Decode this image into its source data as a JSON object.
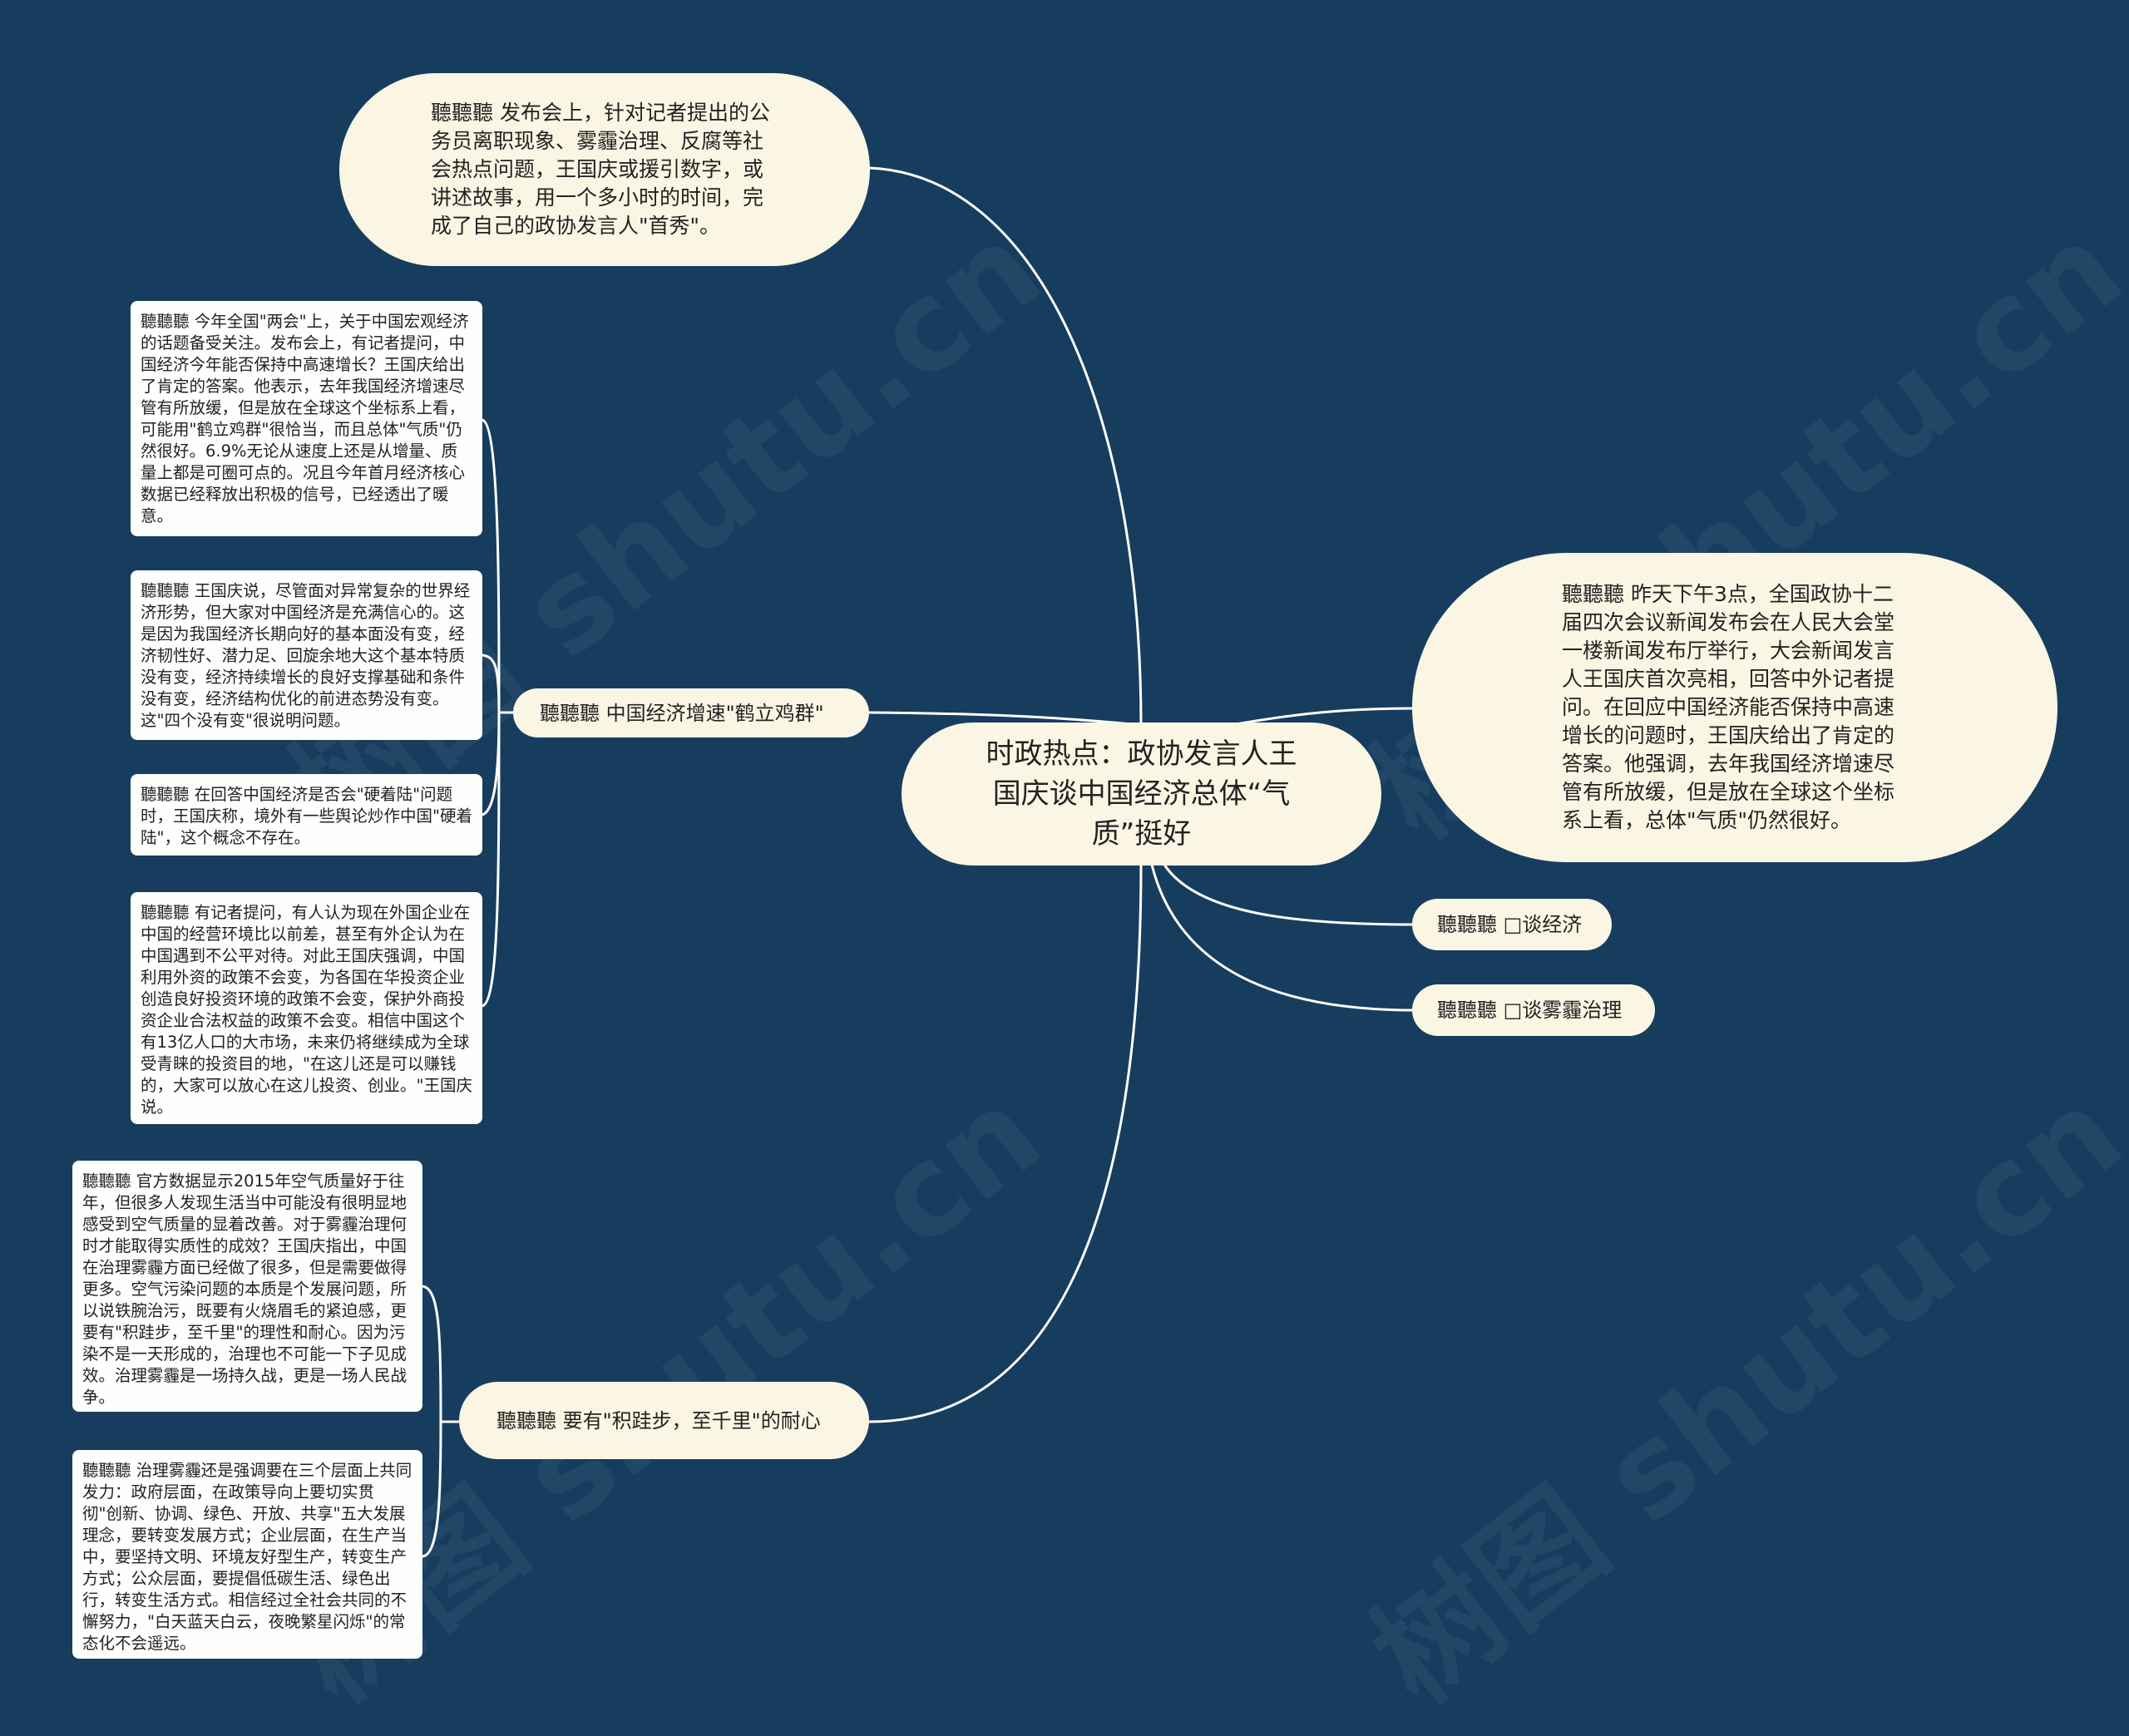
{
  "watermark": "树图 shutu.cn",
  "colors": {
    "background": "#173d5e",
    "node_fill": "#fbf6e4",
    "card_fill": "#fefefc",
    "connector": "#ffffff"
  },
  "center": {
    "text": "时政热点：政协发言人王国庆谈中国经济总体“气质”挺好"
  },
  "top_node": {
    "text": "聽聽聽 发布会上，针对记者提出的公务员离职现象、雾霾治理、反腐等社会热点问题，王国庆或援引数字，或讲述故事，用一个多小时的时间，完成了自己的政协发言人\"首秀\"。"
  },
  "right_node": {
    "text": "聽聽聽 昨天下午3点，全国政协十二届四次会议新闻发布会在人民大会堂一楼新闻发布厅举行，大会新闻发言人王国庆首次亮相，回答中外记者提问。在回应中国经济能否保持中高速增长的问题时，王国庆给出了肯定的答案。他强调，去年我国经济增速尽管有所放缓，但是放在全球这个坐标系上看，总体\"气质\"仍然很好。"
  },
  "right_pills": [
    {
      "text": "聽聽聽 □谈经济"
    },
    {
      "text": "聽聽聽 □谈雾霾治理"
    }
  ],
  "branch_economy": {
    "label": "聽聽聽 中国经济增速\"鹤立鸡群\"",
    "cards": [
      {
        "text": "聽聽聽 今年全国\"两会\"上，关于中国宏观经济的话题备受关注。发布会上，有记者提问，中国经济今年能否保持中高速增长？王国庆给出了肯定的答案。他表示，去年我国经济增速尽管有所放缓，但是放在全球这个坐标系上看，可能用\"鹤立鸡群\"很恰当，而且总体\"气质\"仍然很好。6.9%无论从速度上还是从增量、质量上都是可圈可点的。况且今年首月经济核心数据已经释放出积极的信号，已经透出了暖意。"
      },
      {
        "text": "聽聽聽 王国庆说，尽管面对异常复杂的世界经济形势，但大家对中国经济是充满信心的。这是因为我国经济长期向好的基本面没有变，经济韧性好、潜力足、回旋余地大这个基本特质没有变，经济持续增长的良好支撑基础和条件没有变，经济结构优化的前进态势没有变。这\"四个没有变\"很说明问题。"
      },
      {
        "text": "聽聽聽 在回答中国经济是否会\"硬着陆\"问题时，王国庆称，境外有一些舆论炒作中国\"硬着陆\"，这个概念不存在。"
      },
      {
        "text": "聽聽聽 有记者提问，有人认为现在外国企业在中国的经营环境比以前差，甚至有外企认为在中国遇到不公平对待。对此王国庆强调，中国利用外资的政策不会变，为各国在华投资企业创造良好投资环境的政策不会变，保护外商投资企业合法权益的政策不会变。相信中国这个有13亿人口的大市场，未来仍将继续成为全球受青睐的投资目的地，\"在这儿还是可以赚钱的，大家可以放心在这儿投资、创业。\"王国庆说。"
      }
    ]
  },
  "branch_smog": {
    "label": "聽聽聽 要有\"积跬步，至千里\"的耐心",
    "cards": [
      {
        "text": "聽聽聽 官方数据显示2015年空气质量好于往年，但很多人发现生活当中可能没有很明显地感受到空气质量的显着改善。对于雾霾治理何时才能取得实质性的成效？王国庆指出，中国在治理雾霾方面已经做了很多，但是需要做得更多。空气污染问题的本质是个发展问题，所以说铁腕治污，既要有火烧眉毛的紧迫感，更要有\"积跬步，至千里\"的理性和耐心。因为污染不是一天形成的，治理也不可能一下子见成效。治理雾霾是一场持久战，更是一场人民战争。"
      },
      {
        "text": "聽聽聽 治理雾霾还是强调要在三个层面上共同发力：政府层面，在政策导向上要切实贯彻\"创新、协调、绿色、开放、共享\"五大发展理念，要转变发展方式；企业层面，在生产当中，要坚持文明、环境友好型生产，转变生产方式；公众层面，要提倡低碳生活、绿色出行，转变生活方式。相信经过全社会共同的不懈努力，\"白天蓝天白云，夜晚繁星闪烁\"的常态化不会遥远。"
      }
    ]
  }
}
